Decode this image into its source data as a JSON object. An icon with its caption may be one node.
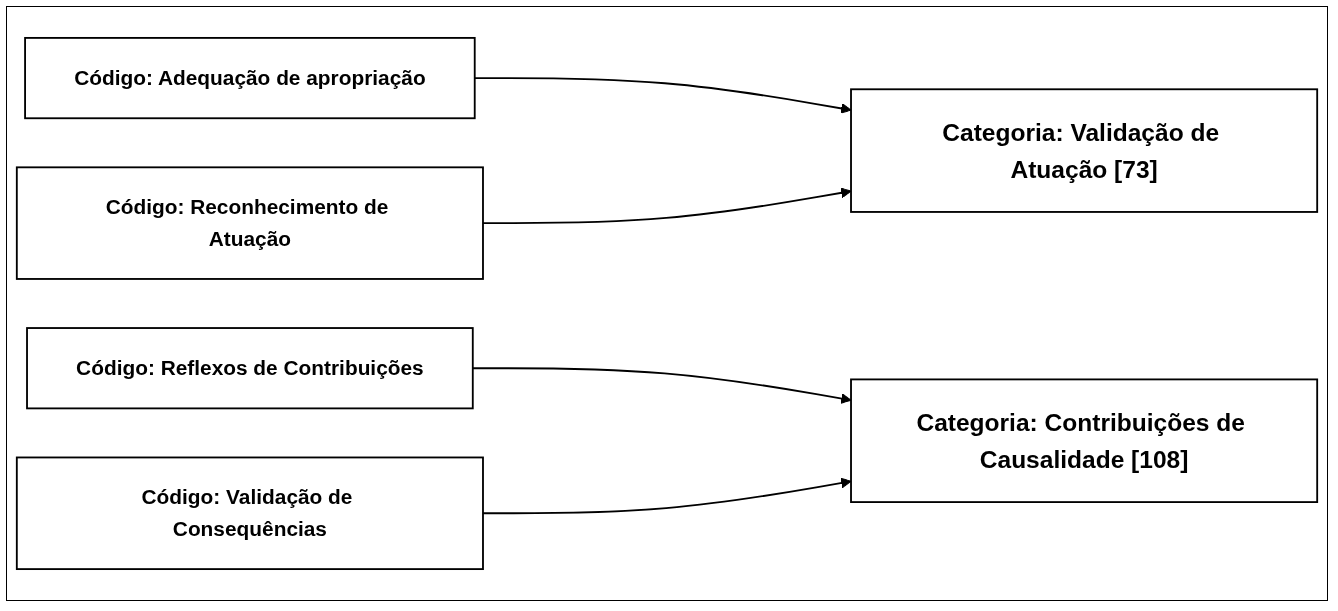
{
  "diagram": {
    "nodes": [
      {
        "text": [
          "Código: Adequação de apropriação"
        ]
      },
      {
        "text": [
          "Código: Reconhecimento de Atuação"
        ]
      },
      {
        "text": [
          "Código: Reflexos de Contribuições"
        ]
      },
      {
        "text": [
          "Código: Validação de Consequências"
        ]
      },
      {
        "text": [
          "Categoria: Validação de Atuação [73]"
        ]
      },
      {
        "text": [
          "Categoria: Contribuições de Causalidade [108]"
        ]
      }
    ],
    "edges": [
      {
        "from": 0,
        "to": 4,
        "arrow": "to"
      },
      {
        "from": 1,
        "to": 4,
        "arrow": "to"
      },
      {
        "from": 2,
        "to": 5,
        "arrow": "to"
      },
      {
        "from": 3,
        "to": 5,
        "arrow": "to"
      }
    ]
  }
}
